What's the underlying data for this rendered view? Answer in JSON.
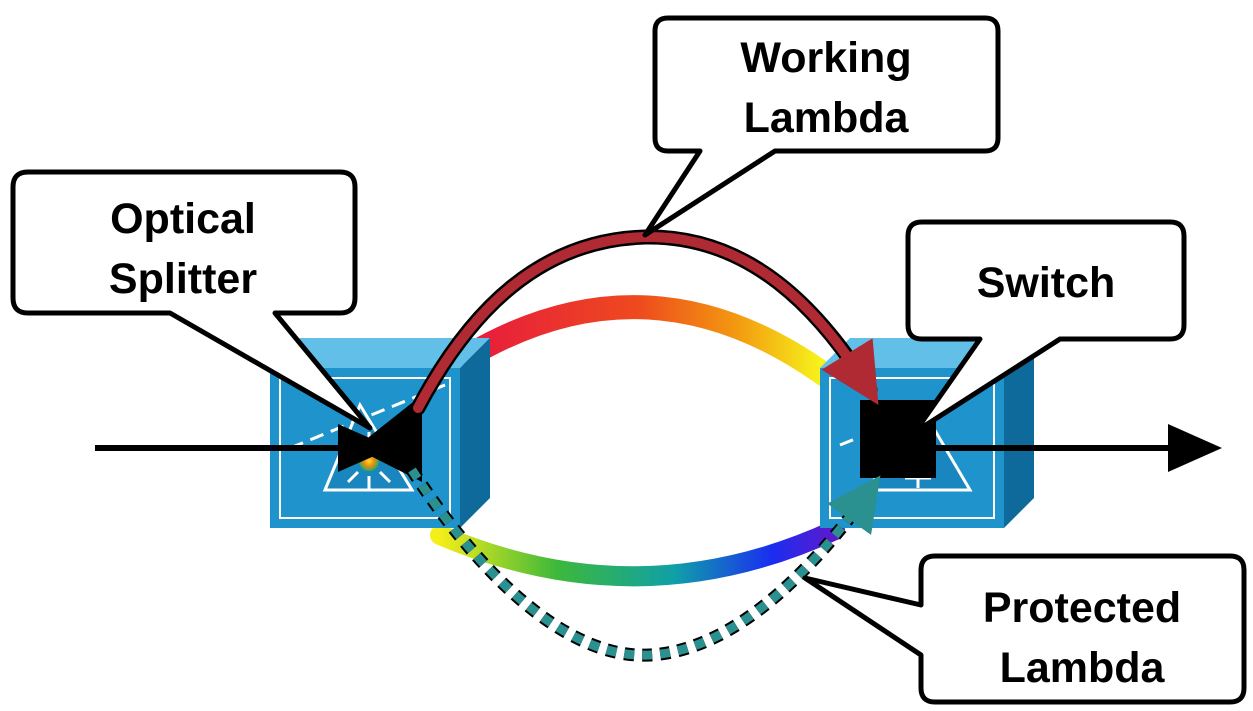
{
  "callouts": {
    "working": {
      "line1": "Working",
      "line2": "Lambda"
    },
    "splitter": {
      "line1": "Optical",
      "line2": "Splitter"
    },
    "switch": {
      "line1": "Switch"
    },
    "protected": {
      "line1": "Protected",
      "line2": "Lambda"
    }
  },
  "colors": {
    "device_front": "#1f93cc",
    "device_top": "#62c0e8",
    "device_side": "#0e6a9a",
    "working_path": "#b02a33",
    "protected_path": "#2a9090",
    "signal": "#000000",
    "callout_fill": "#ffffff",
    "callout_stroke": "#000000"
  },
  "icons": {
    "splitter": "optical-splitter-icon",
    "switch": "optical-switch-icon"
  }
}
